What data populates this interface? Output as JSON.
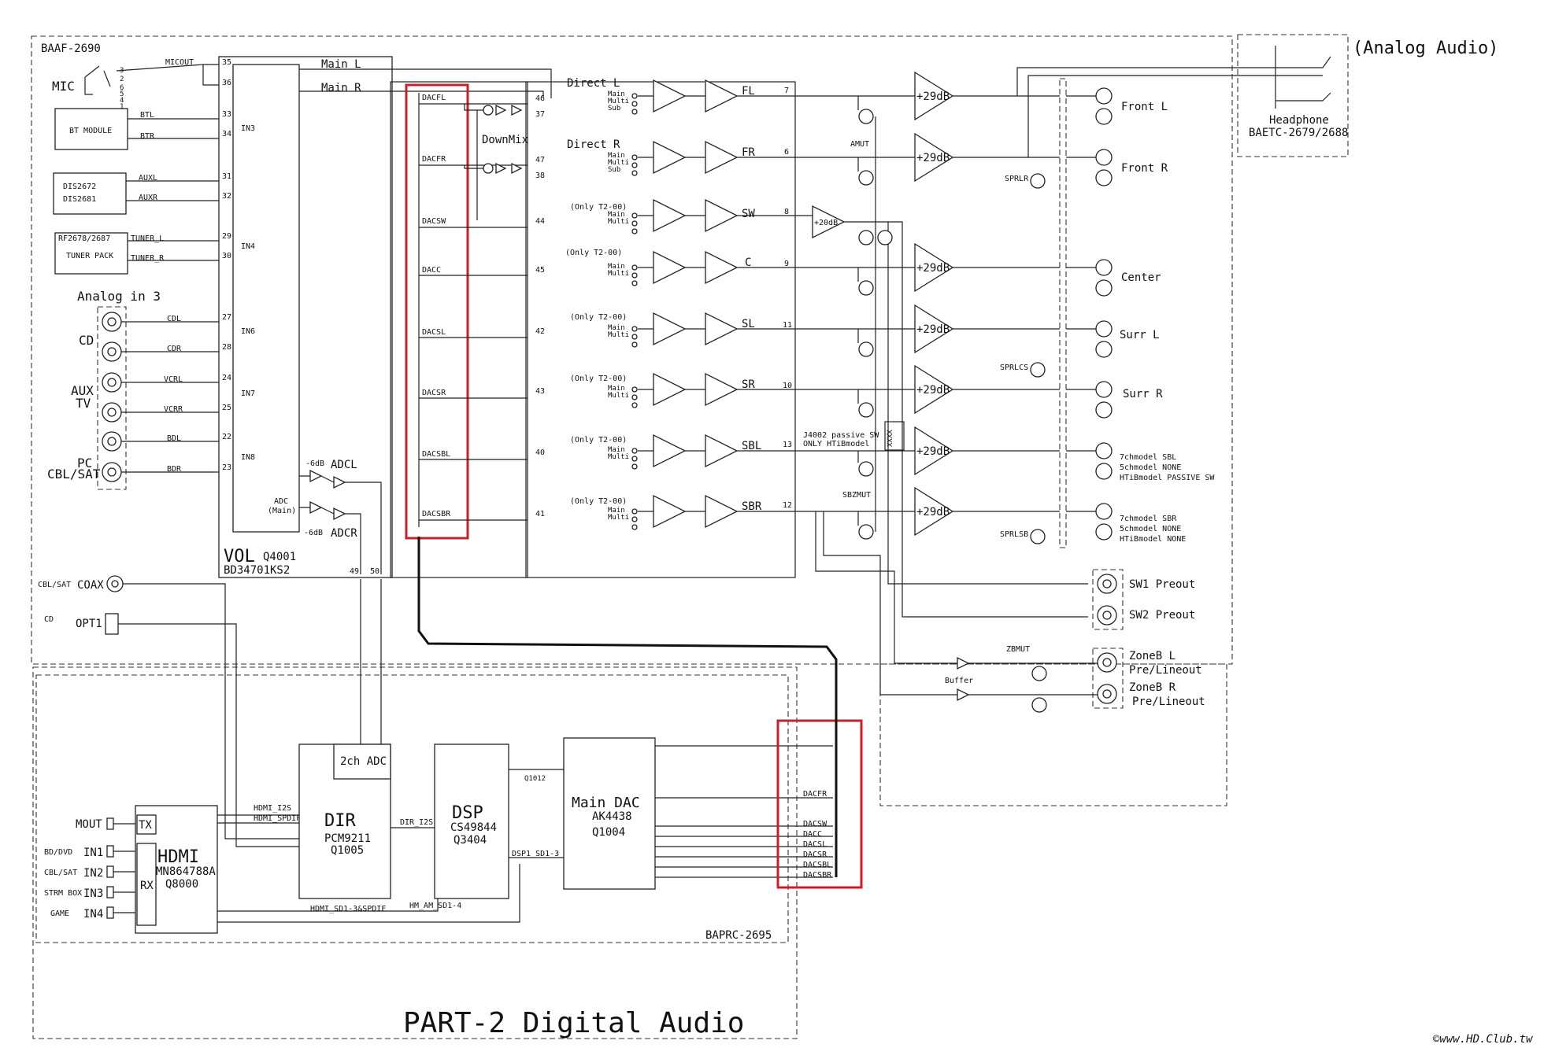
{
  "boards": {
    "baap": "BAAF-2690",
    "baprc": "BAPRC-2695",
    "baetc_l1": "Headphone",
    "baetc_l2": "BAETC-2679/2688"
  },
  "section_titles": {
    "analog": "(Analog Audio)",
    "digital": "PART-2 Digital Audio"
  },
  "watermark": "©www.HD.Club.tw",
  "left_inputs": {
    "mic": "MIC",
    "micout": "MICOUT",
    "mic_pins": [
      "3",
      "2",
      "6",
      "5",
      "4",
      "1"
    ],
    "bt_module": "BT MODULE",
    "btl": "BTL",
    "btr": "BTR",
    "dis_l1": "DIS2672",
    "dis_l2": "DIS2681",
    "auxl": "AUXL",
    "auxr": "AUXR",
    "tuner_l1": "RF2678/2687",
    "tuner_l2": "TUNER PACK",
    "tuner_l": "TUNER_L",
    "tuner_r": "TUNER_R",
    "analog_in3": "Analog in 3",
    "cd": "CD",
    "aux": "AUX",
    "tv": "TV",
    "pc": "PC",
    "cblsat": "CBL/SAT",
    "cdl": "CDL",
    "cdr": "CDR",
    "vcrl": "VCRL",
    "vcrr": "VCRR",
    "bdl": "BDL",
    "bdr": "BDR"
  },
  "vol_chip": {
    "name": "VOL",
    "ref": "Q4001",
    "part": "BD34701KS2",
    "in_labels": [
      "IN3",
      "IN4",
      "IN6",
      "IN7",
      "IN8"
    ],
    "pins_left": [
      "35",
      "36",
      "33",
      "34",
      "31",
      "32",
      "29",
      "30",
      "27",
      "28",
      "24",
      "25",
      "22",
      "23"
    ],
    "main_l": "Main L",
    "main_r": "Main R",
    "adcl": "ADCL",
    "adcr": "ADCR",
    "m6db": "-6dB",
    "adc_main_l1": "ADC",
    "adc_main_l2": "(Main)",
    "pin49": "49",
    "pin50": "50"
  },
  "dac_lines": [
    "DACFL",
    "DACFR",
    "DACSW",
    "DACC",
    "DACSL",
    "DACSR",
    "DACSBL",
    "DACSBR"
  ],
  "downmix": "DownMix",
  "selector": {
    "direct_l": "Direct L",
    "direct_r": "Direct R",
    "only_t2": "(Only T2-00)",
    "main": "Main",
    "multi": "Multi",
    "sub": "Sub",
    "pins": [
      "46",
      "37",
      "47",
      "38",
      "44",
      "45",
      "42",
      "43",
      "40",
      "41"
    ]
  },
  "channels": [
    {
      "name": "FL",
      "pin": "7"
    },
    {
      "name": "FR",
      "pin": "6"
    },
    {
      "name": "SW",
      "pin": "8"
    },
    {
      "name": "C",
      "pin": "9"
    },
    {
      "name": "SL",
      "pin": "11"
    },
    {
      "name": "SR",
      "pin": "10"
    },
    {
      "name": "SBL",
      "pin": "13"
    },
    {
      "name": "SBR",
      "pin": "12"
    }
  ],
  "power": {
    "gain": "+29dB",
    "sw_gain": "+20dB",
    "amut": "AMUT",
    "sprlr": "SPRLR",
    "sprlcs": "SPRLCS",
    "sprlsb": "SPRLSB",
    "sbzmut": "SBZMUT",
    "zbmut": "ZBMUT",
    "buffer": "Buffer",
    "xxxx": "XXXX",
    "j4002_l1": "J4002 passive SW",
    "j4002_l2": "ONLY HTiBmodel"
  },
  "outputs": {
    "front_l": "Front L",
    "front_r": "Front R",
    "center": "Center",
    "surr_l": "Surr L",
    "surr_r": "Surr R",
    "sbl_notes": [
      "7chmodel  SBL",
      "5chmodel  NONE",
      "HTiBmodel  PASSIVE SW"
    ],
    "sbr_notes": [
      "7chmodel  SBR",
      "5chmodel  NONE",
      "HTiBmodel  NONE"
    ],
    "sw1": "SW1 Preout",
    "sw2": "SW2 Preout",
    "zoneb_l": "ZoneB L",
    "zoneb_r": "ZoneB R",
    "preline": "Pre/Lineout"
  },
  "digital": {
    "cblsat": "CBL/SAT",
    "coax": "COAX",
    "cd": "CD",
    "opt1": "OPT1",
    "mout": "MOUT",
    "bddvd": "BD/DVD",
    "cblsat2": "CBL/SAT",
    "strm": "STRM BOX",
    "game": "GAME",
    "in1": "IN1",
    "in2": "IN2",
    "in3": "IN3",
    "in4": "IN4",
    "tx": "TX",
    "rx": "RX",
    "hdmi": "HDMI",
    "hdmi_part": "MN864788A",
    "hdmi_ref": "Q8000",
    "hdmi_i2s": "HDMI_I2S",
    "hdmi_spdif": "HDMI_SPDIF",
    "hdmi_sd": "HDMI_SD1-3&SPDIF",
    "hm_am": "HM_AM_SD1-4",
    "dir": "DIR",
    "dir_part": "PCM9211",
    "dir_ref": "Q1005",
    "adc2": "2ch ADC",
    "dir_i2s": "DIR_I2S",
    "dsp": "DSP",
    "dsp_part": "CS49844",
    "dsp_ref": "Q3404",
    "dsp_sd": "DSP1_SD1-3",
    "q1012": "Q1012",
    "dac": "Main DAC",
    "dac_part": "AK4438",
    "dac_ref": "Q1004",
    "dac_out": [
      "DACFR",
      "DACSW",
      "DACC",
      "DACSL",
      "DACSR",
      "DACSBL",
      "DACSBR"
    ]
  }
}
